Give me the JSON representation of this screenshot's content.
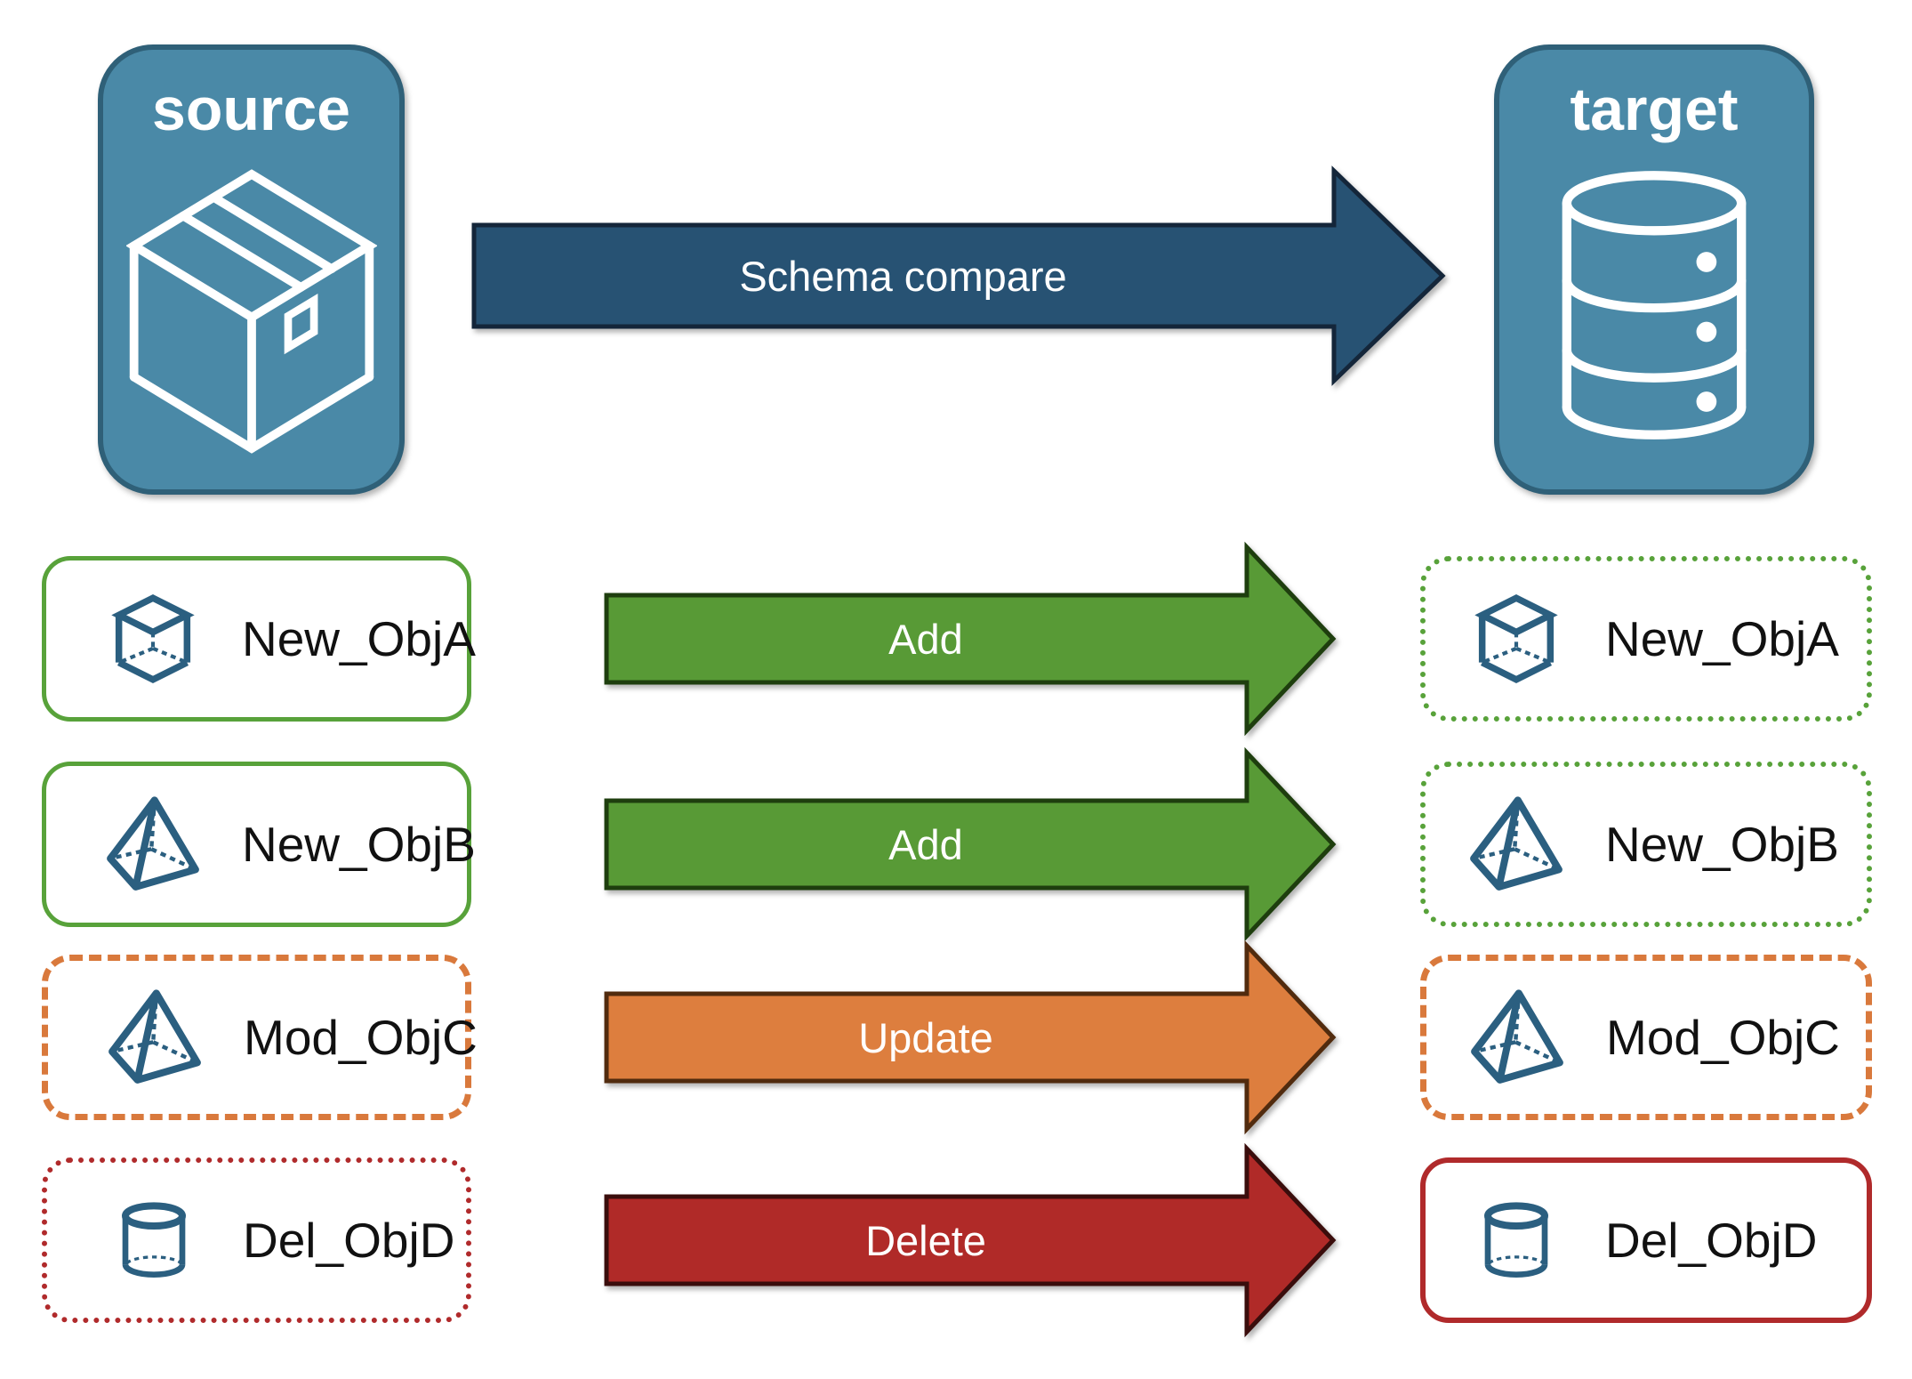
{
  "canvas": {
    "background": "#ffffff"
  },
  "colors": {
    "panel_fill": "#4a89a7",
    "panel_border": "#2f6078",
    "panel_text": "#ffffff",
    "panel_icon_stroke": "#ffffff",
    "object_icon": "#2b5f80",
    "object_label_text": "#111111",
    "arrow_label_text": "#ffffff"
  },
  "source_panel": {
    "title": "source",
    "icon": "package-icon"
  },
  "target_panel": {
    "title": "target",
    "icon": "database-icon"
  },
  "compare_arrow": {
    "label": "Schema compare",
    "fill": "#275273",
    "outline": "#14263a"
  },
  "rows": [
    {
      "name": "New_ObjA",
      "icon": "cube-icon",
      "action": {
        "label": "Add",
        "fill": "#589a36",
        "outline": "#1e3e0e"
      },
      "left_card": {
        "border_color": "#58a23a",
        "border_style": "solid",
        "border_width": "5px"
      },
      "right_card": {
        "border_color": "#58a23a",
        "border_style": "dotted",
        "border_width": "6px"
      }
    },
    {
      "name": "New_ObjB",
      "icon": "pyramid-icon",
      "action": {
        "label": "Add",
        "fill": "#589a36",
        "outline": "#1e3e0e"
      },
      "left_card": {
        "border_color": "#58a23a",
        "border_style": "solid",
        "border_width": "5px"
      },
      "right_card": {
        "border_color": "#58a23a",
        "border_style": "dotted",
        "border_width": "6px"
      }
    },
    {
      "name": "Mod_ObjC",
      "icon": "pyramid-icon",
      "action": {
        "label": "Update",
        "fill": "#dd7e3e",
        "outline": "#512b0e"
      },
      "left_card": {
        "border_color": "#d9793c",
        "border_style": "dashed",
        "border_width": "7px"
      },
      "right_card": {
        "border_color": "#d9793c",
        "border_style": "dashed",
        "border_width": "7px"
      }
    },
    {
      "name": "Del_ObjD",
      "icon": "cylinder-icon",
      "action": {
        "label": "Delete",
        "fill": "#b02a28",
        "outline": "#3a0d0c"
      },
      "left_card": {
        "border_color": "#b02a2b",
        "border_style": "dotted",
        "border_width": "6px"
      },
      "right_card": {
        "border_color": "#b02a2b",
        "border_style": "solid",
        "border_width": "6px"
      }
    }
  ]
}
